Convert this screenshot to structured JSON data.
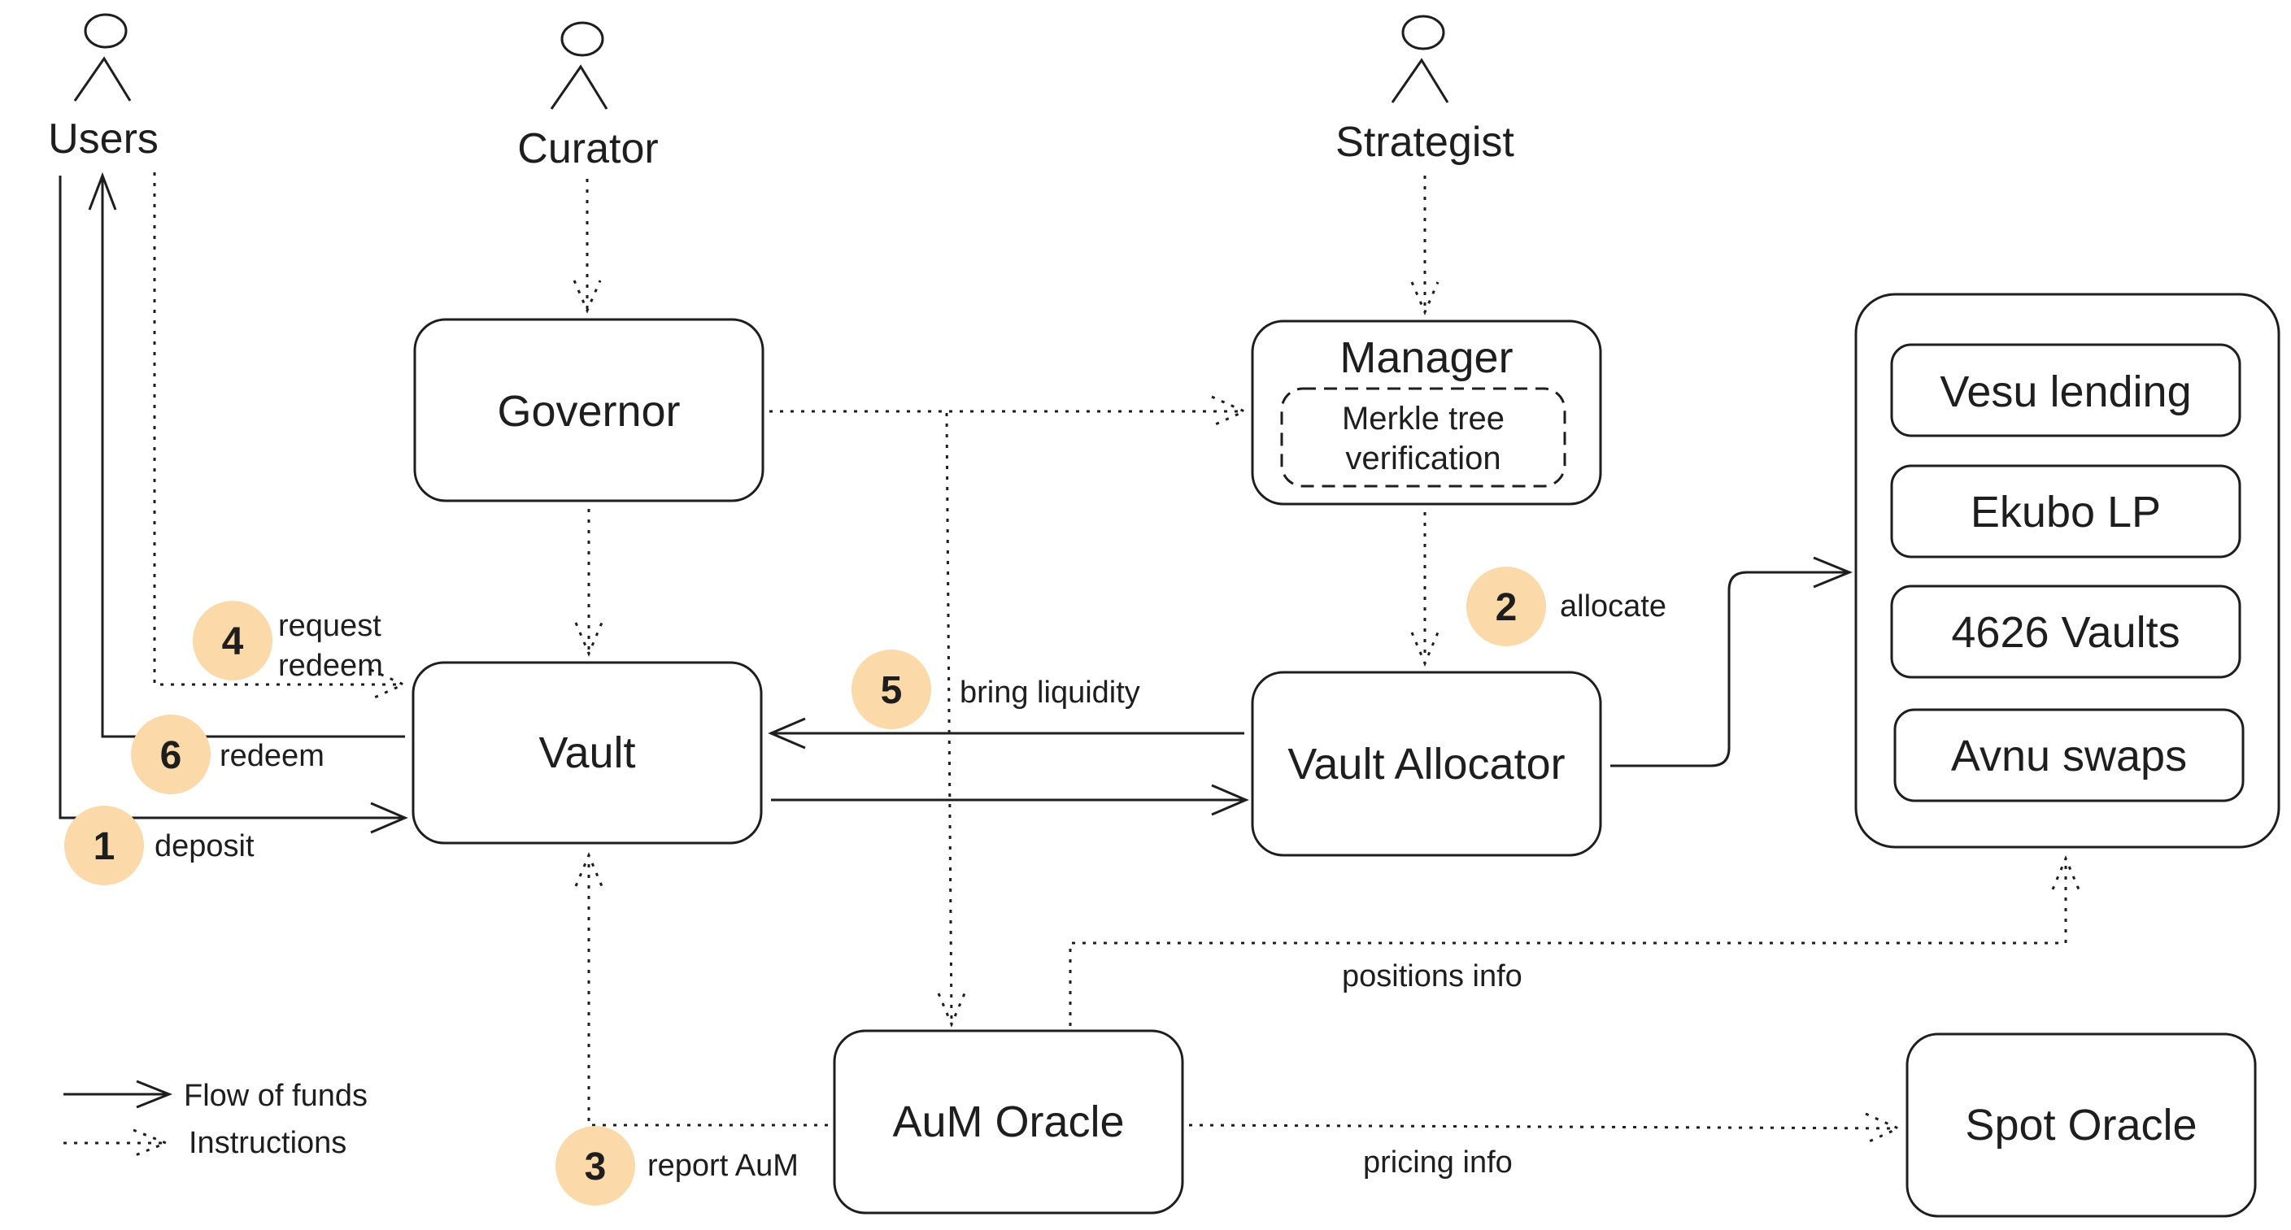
{
  "actors": {
    "users": "Users",
    "curator": "Curator",
    "strategist": "Strategist"
  },
  "boxes": {
    "governor": "Governor",
    "manager": "Manager",
    "merkle_line1": "Merkle tree",
    "merkle_line2": "verification",
    "vault": "Vault",
    "vault_allocator": "Vault Allocator",
    "aum_oracle": "AuM Oracle",
    "spot_oracle": "Spot Oracle"
  },
  "protocols": [
    "Vesu lending",
    "Ekubo LP",
    "4626 Vaults",
    "Avnu swaps"
  ],
  "steps": [
    {
      "num": "1",
      "label": "deposit"
    },
    {
      "num": "2",
      "label": "allocate"
    },
    {
      "num": "3",
      "label": "report AuM"
    },
    {
      "num": "4",
      "label": "request",
      "label2": "redeem"
    },
    {
      "num": "5",
      "label": "bring liquidity"
    },
    {
      "num": "6",
      "label": "redeem"
    }
  ],
  "edge_labels": {
    "positions_info": "positions info",
    "pricing_info": "pricing info"
  },
  "legend": {
    "flow_of_funds": "Flow of funds",
    "instructions": "Instructions"
  },
  "colors": {
    "badge": "#fcd9a8",
    "stroke": "#1e1e1e",
    "background": "#ffffff"
  }
}
